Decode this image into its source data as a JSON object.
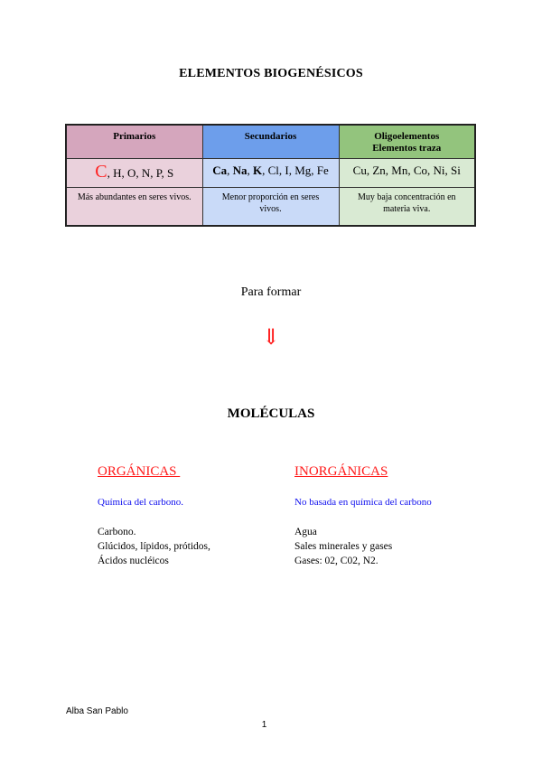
{
  "document": {
    "title": "ELEMENTOS BIOGENÉSICOS"
  },
  "table": {
    "columns": [
      {
        "header_line1": "Primarios",
        "header_line2": "",
        "header_color": "#d5a6bd",
        "cell_color": "#ead1dc",
        "elements_highlight": "C",
        "elements_rest": ", H, O, N, P, S",
        "description": "Más abundantes en seres vivos."
      },
      {
        "header_line1": "Secundarios",
        "header_line2": "",
        "header_color": "#6d9eeb",
        "cell_color": "#c9daf8",
        "elements_bold": [
          "Ca",
          "Na",
          "K"
        ],
        "elements_rest": "Cl, I, Mg, Fe",
        "description": "Menor proporción en seres vivos."
      },
      {
        "header_line1": "Oligoelementos",
        "header_line2": "Elementos traza",
        "header_color": "#93c47d",
        "cell_color": "#d9ead3",
        "elements_rest": "Cu, Zn, Mn, Co, Ni, Si",
        "description": "Muy baja concentración en materia viva."
      }
    ]
  },
  "flow": {
    "connector_text": "Para formar",
    "arrow_glyph": "⇓",
    "arrow_color": "#ff1a1a"
  },
  "molecules": {
    "title": "MOLÉCULAS",
    "organic": {
      "heading": "ORGÁNICAS ",
      "subtitle": "Química del carbono.",
      "items": [
        "Carbono.",
        "Glúcidos, lípidos, prótidos,",
        "Ácidos nucléicos"
      ]
    },
    "inorganic": {
      "heading": "INORGÁNICAS",
      "subtitle": "No basada en química del carbono",
      "items": [
        "Agua",
        "Sales minerales y gases",
        "Gases: 02, C02, N2."
      ]
    }
  },
  "footer": {
    "author": "Alba San Pablo",
    "page_number": "1"
  }
}
